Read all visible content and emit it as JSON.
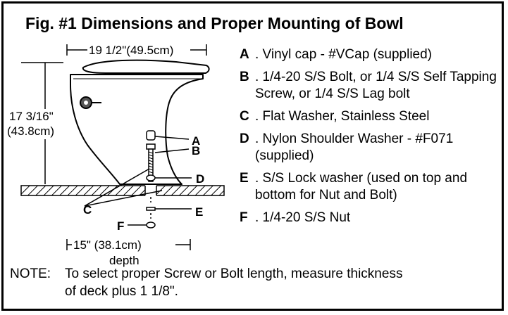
{
  "title": "Fig. #1  Dimensions and Proper Mounting of Bowl",
  "dimensions": {
    "width": "19 1/2\"(49.5cm)",
    "height_in": "17 3/16\"",
    "height_cm": "(43.8cm)",
    "depth_value": "15\" (38.1cm)",
    "depth_label": "depth"
  },
  "diagram_labels": {
    "A": "A",
    "B": "B",
    "C": "C",
    "D": "D",
    "E": "E",
    "F": "F"
  },
  "parts": [
    {
      "letter": "A",
      "text": ". Vinyl cap - #VCap (supplied)"
    },
    {
      "letter": "B",
      "text": ". 1/4-20 S/S Bolt, or 1/4 S/S Self Tapping Screw, or 1/4 S/S Lag bolt"
    },
    {
      "letter": "C",
      "text": ". Flat Washer, Stainless Steel"
    },
    {
      "letter": "D",
      "text": ". Nylon Shoulder Washer - #F071 (supplied)"
    },
    {
      "letter": "E",
      "text": ". S/S Lock washer (used on top and bottom for Nut and Bolt)"
    },
    {
      "letter": "F",
      "text": ". 1/4-20 S/S Nut"
    }
  ],
  "note": {
    "label": "NOTE:",
    "line1": "To select proper Screw or Bolt length, measure thickness",
    "line2": "of deck plus 1 1/8\"."
  }
}
